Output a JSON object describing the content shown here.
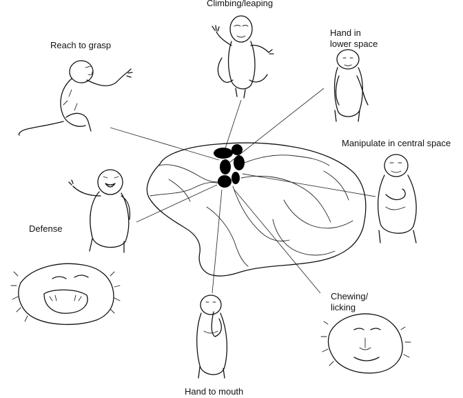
{
  "labels": {
    "climbing": "Climbing/leaping",
    "reach": "Reach to grasp",
    "hand_lower_1": "Hand in",
    "hand_lower_2": "lower space",
    "manipulate": "Manipulate in central space",
    "defense": "Defense",
    "chewing_1": "Chewing/",
    "chewing_2": "licking",
    "hand_mouth": "Hand to mouth"
  },
  "icons": [
    "climbing-monkey-drawing",
    "reaching-monkey-drawing",
    "hand-lower-space-monkey-drawing",
    "manipulating-monkey-drawing",
    "defense-monkey-drawing",
    "defense-face-drawing",
    "chewing-face-drawing",
    "hand-to-mouth-monkey-drawing",
    "brain-drawing"
  ],
  "colors": {
    "ink": "#111111",
    "background": "#ffffff",
    "spots": "#000000"
  }
}
